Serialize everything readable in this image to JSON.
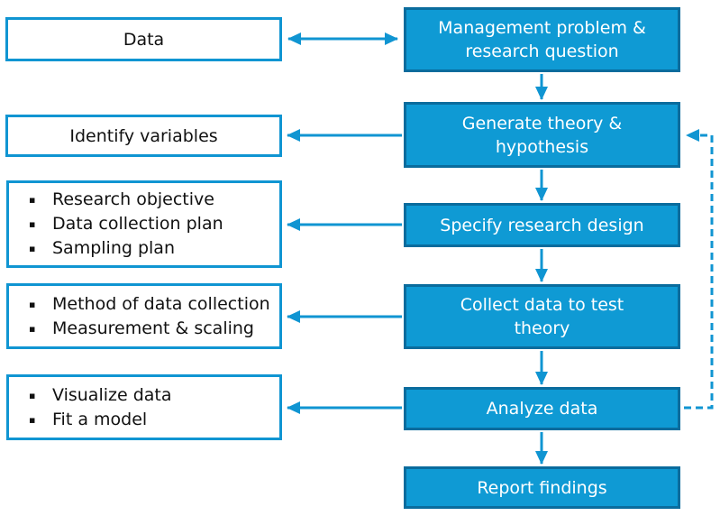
{
  "colors": {
    "accent_blue": "#1095d2",
    "box_fill_blue": "#0f9ad4",
    "box_border_dark_blue": "#0a6c9d",
    "text_dark": "#111111",
    "text_light": "#ffffff",
    "background": "#ffffff"
  },
  "bullet_glyph": "▪",
  "diagram": {
    "type": "flowchart",
    "left_column": {
      "data_box": {
        "label": "Data"
      },
      "identify_box": {
        "label": "Identify variables"
      },
      "objective_box": {
        "items": [
          "Research objective",
          "Data collection plan",
          "Sampling plan"
        ]
      },
      "method_box": {
        "items": [
          "Method of data collection",
          "Measurement & scaling"
        ]
      },
      "visualize_box": {
        "items": [
          "Visualize data",
          "Fit a model"
        ]
      }
    },
    "right_column": {
      "management_box": {
        "lines": [
          "Management problem &",
          "research question"
        ]
      },
      "generate_box": {
        "lines": [
          "Generate theory &",
          "hypothesis"
        ]
      },
      "specify_box": {
        "lines": [
          "Specify research design"
        ]
      },
      "collect_box": {
        "lines": [
          "Collect data to test",
          "theory"
        ]
      },
      "analyze_box": {
        "lines": [
          "Analyze data"
        ]
      },
      "report_box": {
        "lines": [
          "Report findings"
        ]
      }
    },
    "connections": [
      "Data <-> Management problem & research question (double arrow)",
      "Generate theory & hypothesis -> Identify variables",
      "Specify research design -> Research objective / Data collection plan / Sampling plan",
      "Collect data to test theory -> Method of data collection / Measurement & scaling",
      "Analyze data -> Visualize data / Fit a model",
      "Management problem & research question -> Generate theory & hypothesis",
      "Generate theory & hypothesis -> Specify research design",
      "Specify research design -> Collect data to test theory",
      "Collect data to test theory -> Analyze data",
      "Analyze data -> Report findings",
      "Analyze data --> Generate theory & hypothesis (dashed feedback loop)"
    ]
  }
}
